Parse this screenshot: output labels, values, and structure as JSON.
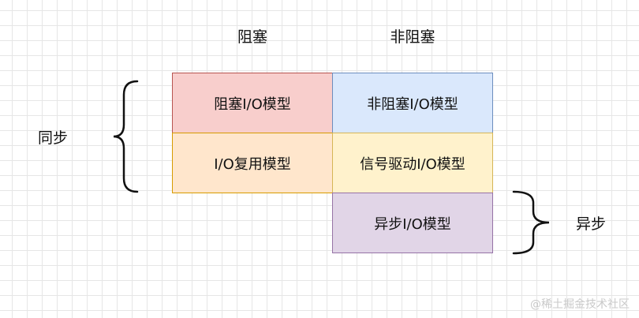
{
  "columns": {
    "blocking": "阻塞",
    "non_blocking": "非阻塞"
  },
  "cells": {
    "blocking_io": {
      "label": "阻塞I/O模型",
      "fill": "#f8cecc",
      "stroke": "#b85450"
    },
    "non_blocking_io": {
      "label": "非阻塞I/O模型",
      "fill": "#dae8fc",
      "stroke": "#6c8ebf"
    },
    "io_multiplexing": {
      "label": "I/O复用模型",
      "fill": "#ffe6cc",
      "stroke": "#d79b00"
    },
    "signal_driven_io": {
      "label": "信号驱动I/O模型",
      "fill": "#fff2cc",
      "stroke": "#d6b656"
    },
    "async_io": {
      "label": "异步I/O模型",
      "fill": "#e1d5e7",
      "stroke": "#9673a6"
    }
  },
  "groups": {
    "sync": "同步",
    "async": "异步"
  },
  "watermark": "@稀土掘金技术社区"
}
